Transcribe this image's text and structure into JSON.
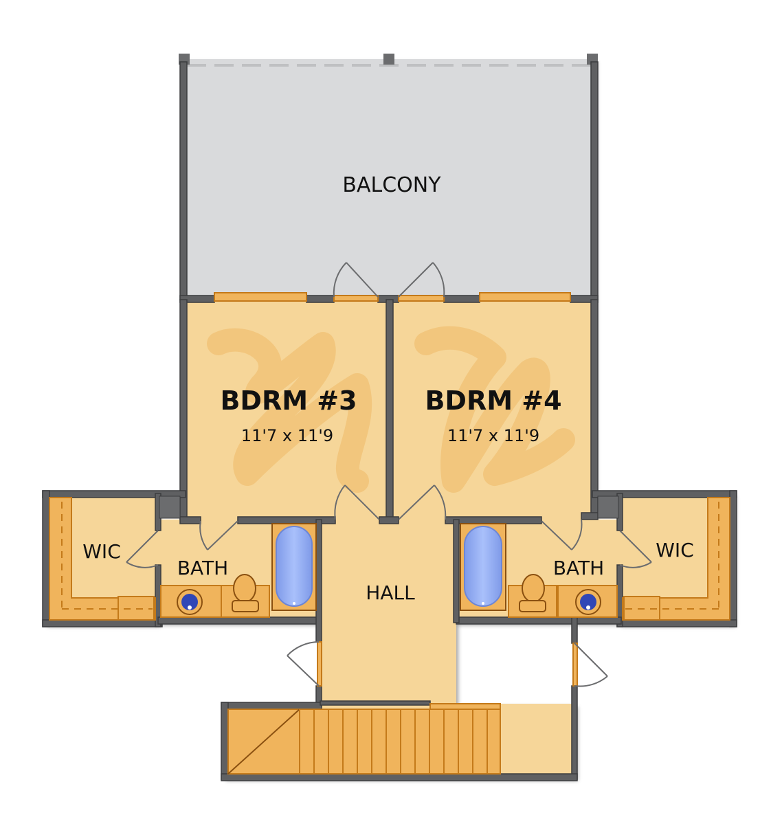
{
  "rooms": {
    "balcony": "BALCONY",
    "bedroom3": {
      "name": "BDRM #3",
      "size": "11'7 x 11'9"
    },
    "bedroom4": {
      "name": "BDRM #4",
      "size": "11'7 x 11'9"
    },
    "wic_left": "WIC",
    "wic_right": "WIC",
    "bath_left": "BATH",
    "bath_right": "BATH",
    "hall": "HALL"
  },
  "colors": {
    "wall": "#5f6062",
    "wall_edge": "#3b3c3e",
    "floor": "#f6d699",
    "floor_scribble": "#f2c47a",
    "balcony": "#d9dadc",
    "fixture": "#f0b45c",
    "fixture_edge": "#c47a1a",
    "tub_water": "#93aef5",
    "sink_blue": "#3046b6"
  }
}
